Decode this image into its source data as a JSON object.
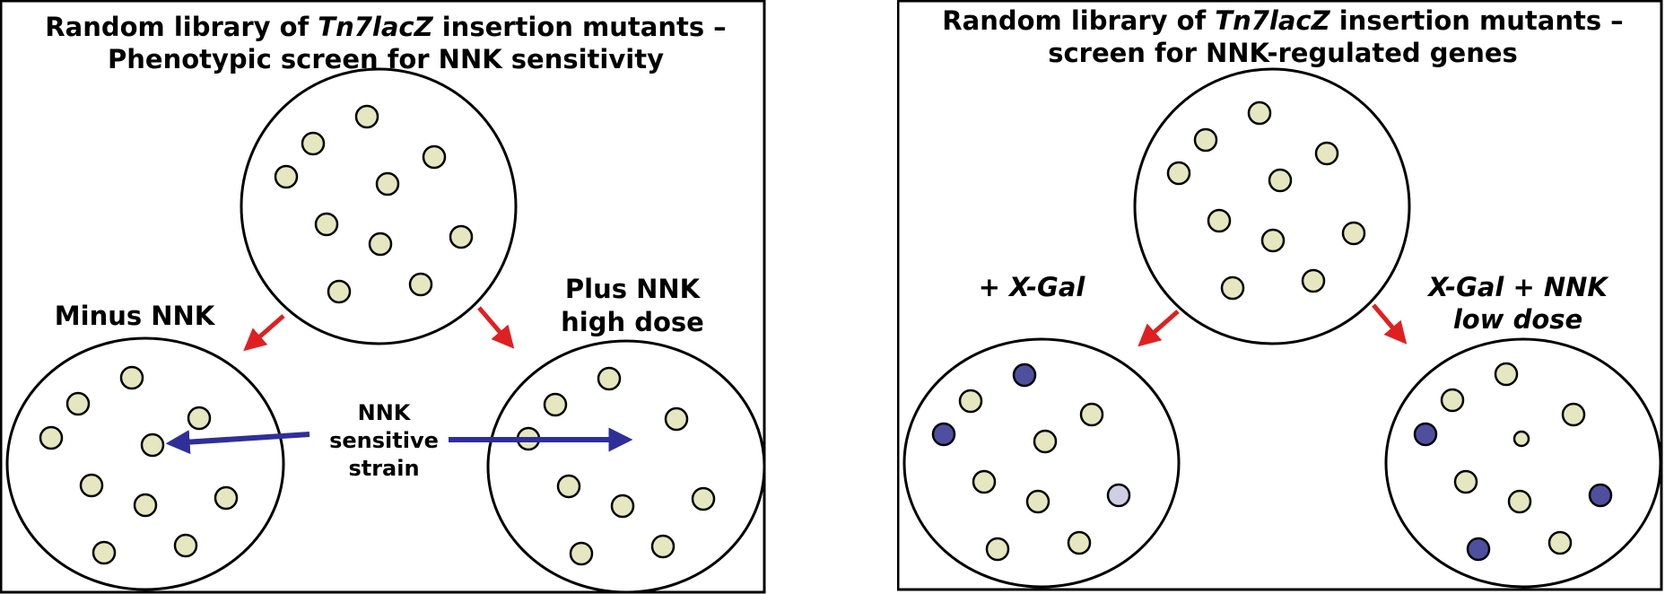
{
  "colors": {
    "colony_fill": "#e6e6c0",
    "colony_blue": "#4f4fa0",
    "colony_lightblue": "#cfcfe4",
    "arrow_red": "#e02020",
    "arrow_blue": "#2f2f9a",
    "stroke": "#000000"
  },
  "left_panel": {
    "title_line1": {
      "before": "Random library of ",
      "italic": "Tn7lacZ",
      "after": " insertion mutants –"
    },
    "title_line2": "Phenotypic screen for NNK sensitivity",
    "label_minus": "Minus NNK",
    "label_plus_line1": "Plus NNK",
    "label_plus_line2": "high dose",
    "center_label": [
      "NNK",
      "sensitive",
      "strain"
    ]
  },
  "right_panel": {
    "title_line1": {
      "before": "Random library of ",
      "italic": "Tn7lacZ",
      "after": " insertion mutants –"
    },
    "title_line2": "screen for NNK-regulated genes",
    "label_xgal": {
      "plain": "+ ",
      "italic": "X-Gal"
    },
    "label_xgal_nnk_line1": "X-Gal + NNK",
    "label_xgal_nnk_line2": "low dose"
  }
}
